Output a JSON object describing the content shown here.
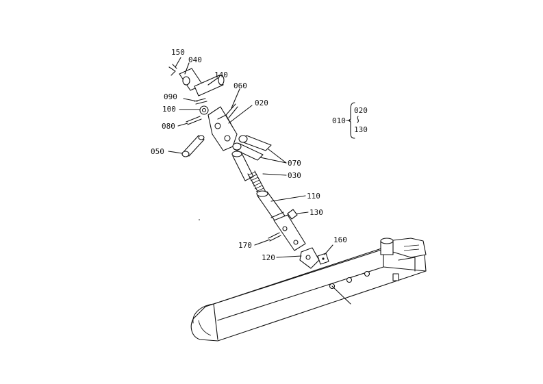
{
  "diagram": {
    "group_legend": {
      "assembly": "010",
      "from_part": "020",
      "to_part": "130"
    },
    "callouts": [
      {
        "id": "150",
        "label": "150"
      },
      {
        "id": "040",
        "label": "040"
      },
      {
        "id": "140",
        "label": "140"
      },
      {
        "id": "060",
        "label": "060"
      },
      {
        "id": "090",
        "label": "090"
      },
      {
        "id": "020",
        "label": "020"
      },
      {
        "id": "100",
        "label": "100"
      },
      {
        "id": "080",
        "label": "080"
      },
      {
        "id": "050",
        "label": "050"
      },
      {
        "id": "070",
        "label": "070"
      },
      {
        "id": "030",
        "label": "030"
      },
      {
        "id": "110",
        "label": "110"
      },
      {
        "id": "130",
        "label": "130"
      },
      {
        "id": "160",
        "label": "160"
      },
      {
        "id": "170",
        "label": "170"
      },
      {
        "id": "120",
        "label": "120"
      }
    ]
  }
}
